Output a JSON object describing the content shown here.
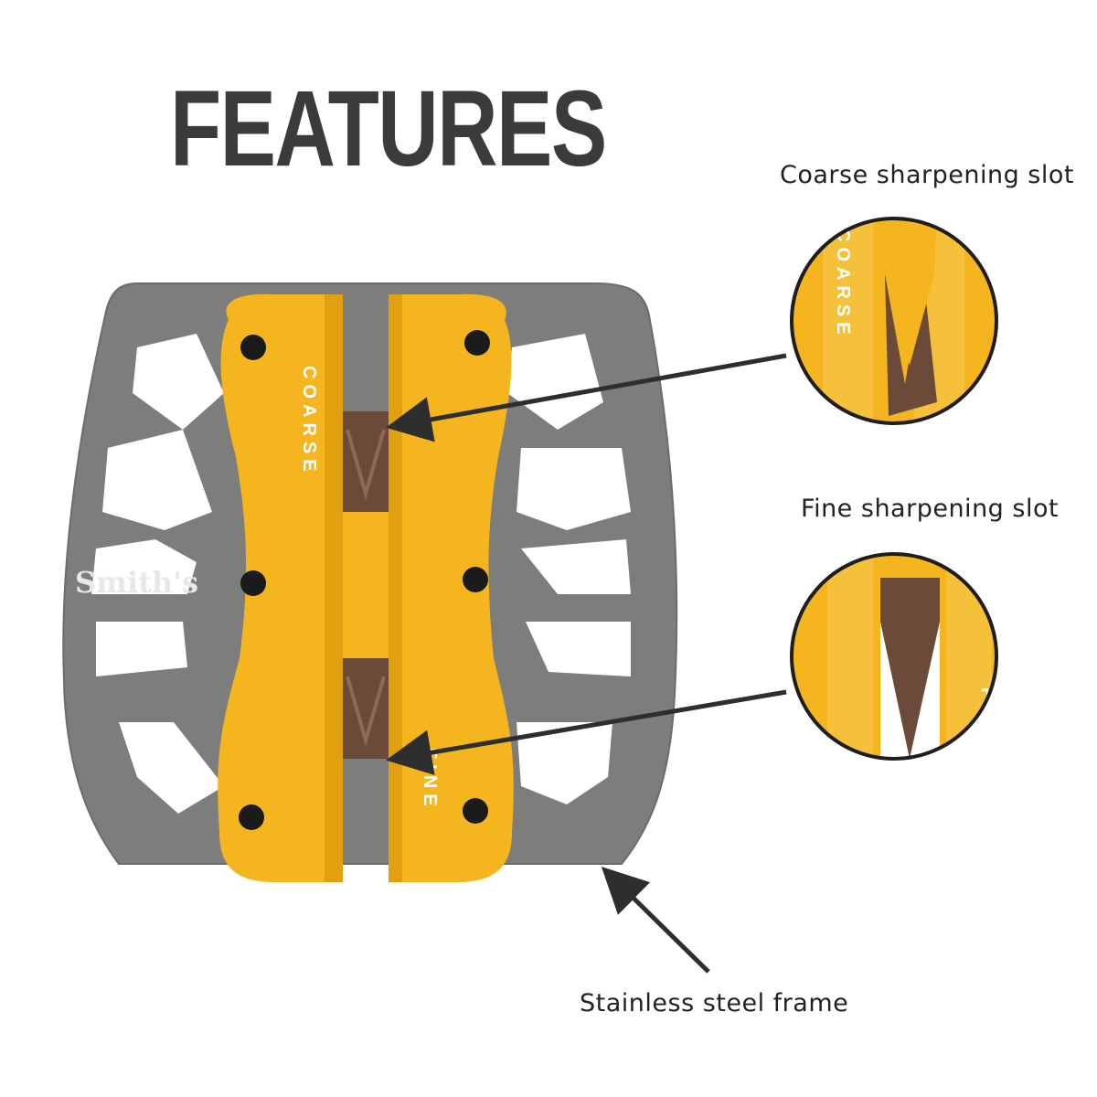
{
  "heading": "FEATURES",
  "callouts": {
    "coarse": "Coarse sharpening slot",
    "fine": "Fine sharpening slot",
    "frame": "Stainless steel frame"
  },
  "product": {
    "brand_logo": "Smith's",
    "slot_label_coarse": "COARSE",
    "slot_label_fine": "FINE"
  },
  "colors": {
    "frame_gray": "#7d7d7b",
    "yellow": "#f4b51f",
    "abrasive_brown": "#6b4a3a",
    "arrow": "#2e2e2e",
    "heading": "#3b3b3b"
  }
}
